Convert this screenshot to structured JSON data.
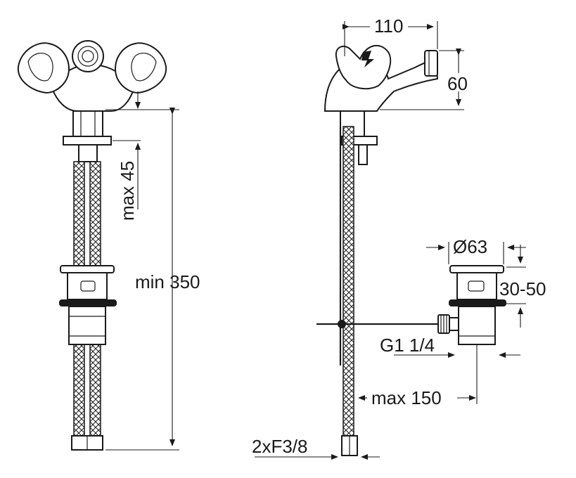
{
  "dimensions": {
    "d110": "110",
    "d60": "60",
    "max45": "max 45",
    "min350": "min 350",
    "dia63": "Ø63",
    "d30_50": "30-50",
    "g114": "G1 1/4",
    "max150": "max 150",
    "f38": "2xF3/8"
  },
  "colors": {
    "line": "#1a1a1a",
    "background": "#ffffff"
  }
}
